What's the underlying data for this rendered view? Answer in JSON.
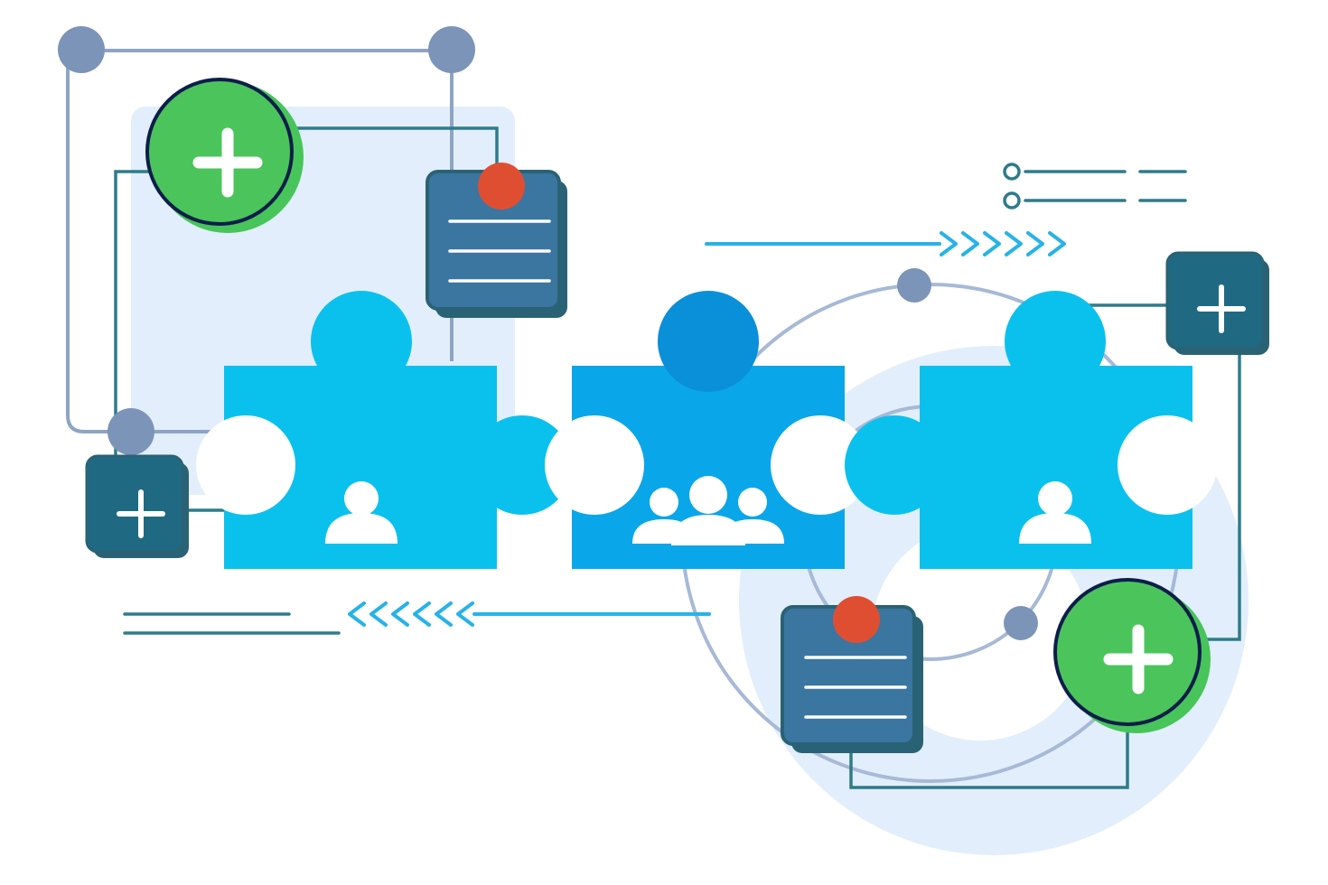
{
  "illustration": {
    "theme": "teamwork-puzzle",
    "pieces": [
      {
        "id": "left",
        "icon": "person-icon"
      },
      {
        "id": "middle",
        "icon": "group-icon"
      },
      {
        "id": "right",
        "icon": "person-icon"
      }
    ],
    "icons": [
      "plus-icon",
      "document-icon",
      "notification-dot-icon",
      "chevron-arrows-icon",
      "list-icon"
    ]
  },
  "colors": {
    "piece_primary": "#0AC1EE",
    "piece_secondary": "#0AA6EA",
    "piece_dark": "#0A8FD9",
    "green": "#4BC55B",
    "green_shadow": "#47C45A",
    "navy_ring": "#0D1E4A",
    "teal_box": "#1F6A82",
    "teal_box_shadow": "#2A6275",
    "doc_box": "#3B76A0",
    "red_dot": "#E04E32",
    "line": "#2E7B8C",
    "node": "#7C94B8",
    "circle_line": "#A7B9D6",
    "panel": "#E2EEFB",
    "arrow": "#27B3E7"
  }
}
